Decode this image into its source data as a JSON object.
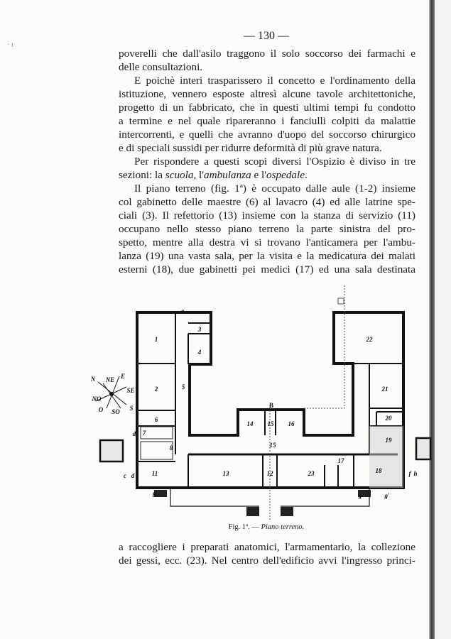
{
  "page_number": "— 130 —",
  "top_lines": [
    "poverelli che dall'asilo traggono il solo soccorso dei farmachi e",
    "delle consultazioni.",
    "E poichè interi trasparissero il concetto e l'ordinamento della",
    "istituzione, vennero esposte altresì alcune tavole architettoniche,",
    "progetto di un fabbricato, che in questi ultimi tempi fu condotto",
    "a termine e nel quale ripareranno i fanciulli colpiti da malattie",
    "intercorrenti, e quelli che avranno d'uopo del soccorso chirurgico",
    "e di speciali sussidi per ridurre deformità di più grave natura.",
    "Per rispondere a questi scopi diversi l'Ospizio è diviso in tre",
    "",
    "Il piano terreno (fig. 1ª) è occupato dalle aule (1-2) insieme",
    "col gabinetto delle maestre (6) al lavacro (4) ed alle latrine spe-",
    "ciali (3). Il refettorio (13) insieme con la stanza di servizio (11)",
    "occupano nello stesso piano terreno la parte sinistra del pro-",
    "spetto, mentre alla destra vi si trovano l'anticamera per l'ambu-",
    "lanza (19) una vasta sala, per la visita e la medicatura dei malati",
    "esterni (18), due gabinetti pei medici (17) ed una sala destinata"
  ],
  "sections_line": {
    "prefix": "sezioni: la ",
    "scuola": "scuola",
    "sep1": ", l'",
    "ambulanza": "ambulanza",
    "sep2": " e l'",
    "ospedale": "ospedale",
    "end": "."
  },
  "figure": {
    "caption_label": "Fig. 1ª. —",
    "caption_title": "Piano terreno.",
    "rooms": {
      "r1": "1",
      "r2": "2",
      "r3": "3",
      "r4": "4",
      "r5": "5",
      "r6": "6",
      "r7": "7",
      "r8": "8",
      "r11": "11",
      "r12": "12",
      "r13": "13",
      "r14": "14",
      "r15": "15",
      "r15b": "15",
      "r16": "16",
      "r17": "17",
      "r18": "18",
      "r19": "19",
      "r20": "20",
      "r21": "21",
      "r22": "22",
      "r23": "23"
    },
    "letters": {
      "a": "a",
      "B": "B",
      "b": "b",
      "c": "c",
      "d1": "d",
      "d2": "d",
      "f": "f",
      "h": "h",
      "g": "g",
      "g2": "g'"
    },
    "compass": {
      "N": "N",
      "NE": "NE",
      "E": "E",
      "SE": "SE",
      "S": "S",
      "SO": "SO",
      "O": "O",
      "NO": "NO"
    }
  },
  "bottom_lines": [
    "a raccogliere i preparati anatomici, l'armamentario, la collezione",
    "dei gessi, ecc. (23). Nel centro dell'edificio avvi l'ingresso princi-"
  ]
}
